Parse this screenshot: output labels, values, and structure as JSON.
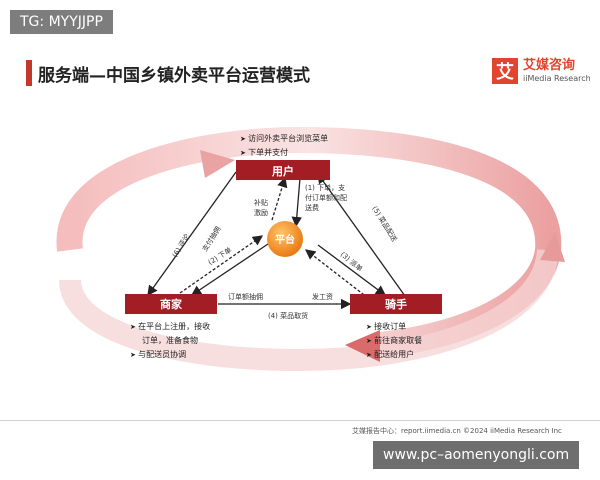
{
  "watermark_top": "TG: MYYJJPP",
  "title": "服务端—中国乡镇外卖平台运营模式",
  "logo": {
    "mark": "艾",
    "name_cn": "艾媒咨询",
    "name_en": "iiMedia Research"
  },
  "nodes": {
    "user": "用户",
    "platform": "平台",
    "merchant": "商家",
    "rider": "骑手"
  },
  "user_bullets": [
    "访问外卖平台浏览菜单",
    "下单并支付"
  ],
  "merchant_bullets": [
    "在平台上注册，接收",
    "订单，准备食物",
    "与配送员协调"
  ],
  "rider_bullets": [
    "接收订单",
    "前往商家取餐",
    "配送给用户"
  ],
  "labels": {
    "step1": "(1) 下单，支\n付订单额和配\n送费",
    "subsidy": "补贴\n激励",
    "step2": "(2) 下单",
    "step3": "(3) 派单",
    "step4": "(4) 菜品取货",
    "step5": "(5) 菜品配送",
    "step6": "(6) 评论",
    "pay_fee": "支付抽佣",
    "commission": "订单额抽佣",
    "wage": "发工资"
  },
  "footer": "艾媒报告中心：report.iimedia.cn    ©2024  iiMedia Research  Inc",
  "watermark_bottom": "www.pc–aomenyongli.com",
  "colors": {
    "node_red": "#a31d24",
    "platform_orange": "#f08a1c",
    "arrow_red": "#e48a8a",
    "arrow_pink": "#f6cfcf"
  }
}
